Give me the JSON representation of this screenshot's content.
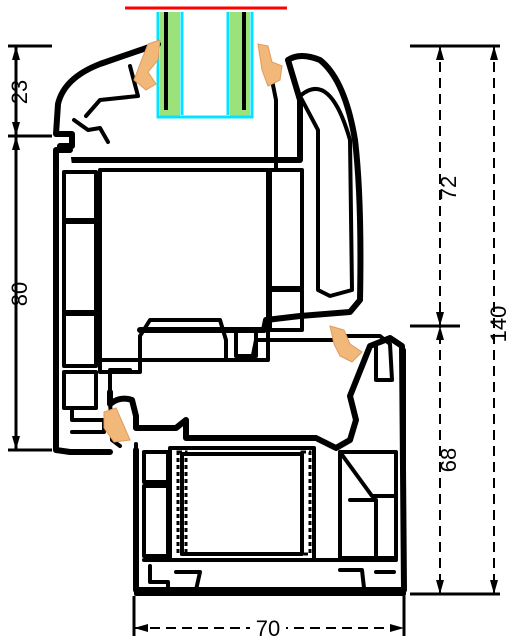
{
  "dimensions": {
    "glazing_bead_height": "23",
    "sash_height": "80",
    "sash_upper_height": "72",
    "frame_height": "68",
    "total_height": "140",
    "total_width": "70"
  },
  "colors": {
    "glass": "#9be27a",
    "glass_edge": "#00e5ff",
    "seal": "#f2b87a",
    "top_line": "#ff0000",
    "profile": "#000000",
    "background": "#ffffff"
  }
}
